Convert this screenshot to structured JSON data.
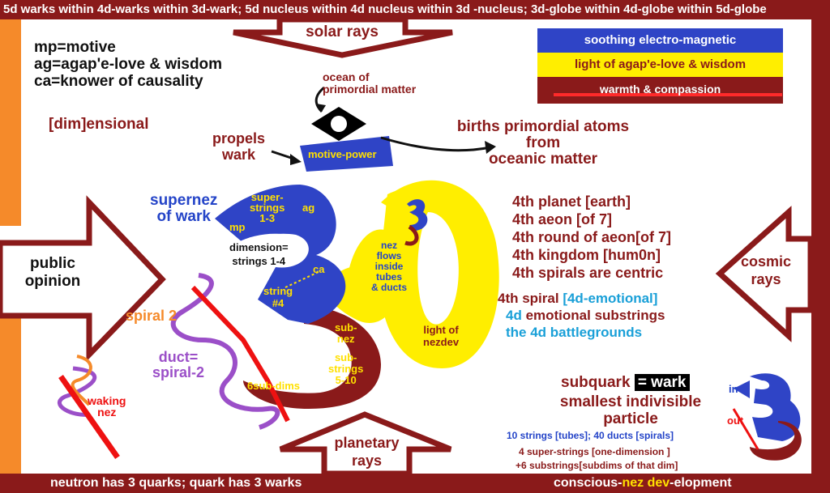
{
  "header": {
    "title": "5d warks within 4d-warks within 3d-wark; 5d nucleus within 4d nucleus within 3d -nucleus; 3d-globe within 4d-globe within 5d-globe"
  },
  "footer": {
    "left": "neutron has 3 quarks; quark has 3 warks",
    "right_prefix": "conscious-",
    "right_highlight": "nez dev",
    "right_suffix": "-elopment"
  },
  "arrows": {
    "top": "solar rays",
    "left_line1": "public",
    "left_line2": "opinion",
    "right_line1": "cosmic",
    "right_line2": "rays",
    "bottom_line1": "planetary",
    "bottom_line2": "rays"
  },
  "key": {
    "mp": "mp=motive",
    "ag": "ag=agap'e-love & wisdom",
    "ca": "ca=knower of causality",
    "dim": "[dim]ensional"
  },
  "legend": {
    "blue": "soothing electro-magnetic",
    "yellow": "light of agap'e-love & wisdom",
    "red": "warmth & compassion",
    "colors": {
      "blue": "#2f44c6",
      "yellow": "#ffee00",
      "red": "#8a1a1a"
    }
  },
  "labels": {
    "ocean_line1": "ocean of",
    "ocean_line2": "primordial matter",
    "propels_line1": "propels",
    "propels_line2": "wark",
    "motive_power": "motive-power",
    "births_line1": "births primordial atoms",
    "births_line2": "from",
    "births_line3": "oceanic matter",
    "supernez_line1": "supernez",
    "supernez_line2": "of wark",
    "superstrings_line1": "super-",
    "superstrings_line2": "strings",
    "superstrings_line3": "1-3",
    "ag": "ag",
    "mp": "mp",
    "dimension_line1": "dimension=",
    "dimension_line2": "strings 1-4",
    "ca": "ca",
    "string4_line1": "string",
    "string4_line2": "#4",
    "subnez_line1": "sub-",
    "subnez_line2": "nez",
    "substrings_line1": "sub-",
    "substrings_line2": "strings",
    "substrings_line3": "5-10",
    "subdims": "6sub-dims",
    "nez_flows_line1": "nez",
    "nez_flows_line2": "flows",
    "nez_flows_line3": "inside",
    "nez_flows_line4": "tubes",
    "nez_flows_line5": "& ducts",
    "light_nezdev_line1": "light of",
    "light_nezdev_line2": "nezdev",
    "spiral2": "spiral 2",
    "duct_line1": "duct=",
    "duct_line2": "spiral-2",
    "waking_line1": "waking",
    "waking_line2": "nez"
  },
  "fourth_list": [
    "4th planet [earth]",
    "4th aeon [of 7]",
    "4th round of aeon[of 7]",
    "4th kingdom [hum0n]",
    "4th spirals are centric"
  ],
  "spiral_block": {
    "line1_a": "4th spiral ",
    "line1_b": "[4d-emotional]",
    "line2_a": "4d ",
    "line2_b": "emotional substrings",
    "line3": "the 4d battlegrounds"
  },
  "subquark": {
    "prefix": "subquark ",
    "highlight": "= wark",
    "line2": "smallest indivisible",
    "line3": "particle",
    "strings": "10 strings [tubes]; 40 ducts [spirals]",
    "superstrings": "4 super-strings [one-dimension ]",
    "substrings": "+6 substrings[subdims of that dim]"
  },
  "mini": {
    "in": "in",
    "out": "out"
  }
}
